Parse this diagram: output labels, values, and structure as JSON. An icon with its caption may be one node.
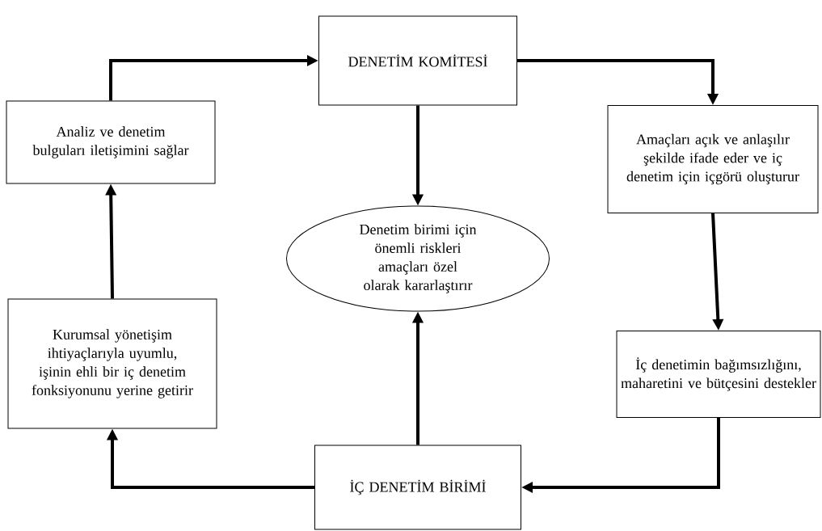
{
  "diagram": {
    "nodes": [
      {
        "text": [
          "DENETİM KOMİTESİ"
        ]
      },
      {
        "text": [
          "Amaçları açık ve anlaşılır şekilde ifade eder ve iç denetim için içgörü oluşturur"
        ]
      },
      {
        "text": [
          "İç denetimin bağımsızlığını, maharetini ve bütçesini destekler"
        ]
      },
      {
        "text": [
          "İÇ DENETİM BİRİMİ"
        ]
      },
      {
        "text": [
          "Kurumsal yönetişim ihtiyaçlarıyla uyumlu, işinin ehli bir iç denetim fonksiyonunu yerine getirir"
        ]
      },
      {
        "text": [
          "Analiz ve denetim bulguları iletişimini sağlar"
        ]
      },
      {
        "text": [
          "Denetim birimi için önemli riskleri amaçları özel olarak kararlaştırır"
        ]
      }
    ],
    "edges": [
      {
        "from": 0,
        "to": 1,
        "arrow": "to"
      },
      {
        "from": 1,
        "to": 2,
        "arrow": "to"
      },
      {
        "from": 2,
        "to": 3,
        "arrow": "to"
      },
      {
        "from": 3,
        "to": 4,
        "arrow": "to"
      },
      {
        "from": 4,
        "to": 5,
        "arrow": "to"
      },
      {
        "from": 5,
        "to": 0,
        "arrow": "to"
      },
      {
        "from": 0,
        "to": 6,
        "arrow": "to"
      },
      {
        "from": 3,
        "to": 6,
        "arrow": "to"
      }
    ]
  }
}
